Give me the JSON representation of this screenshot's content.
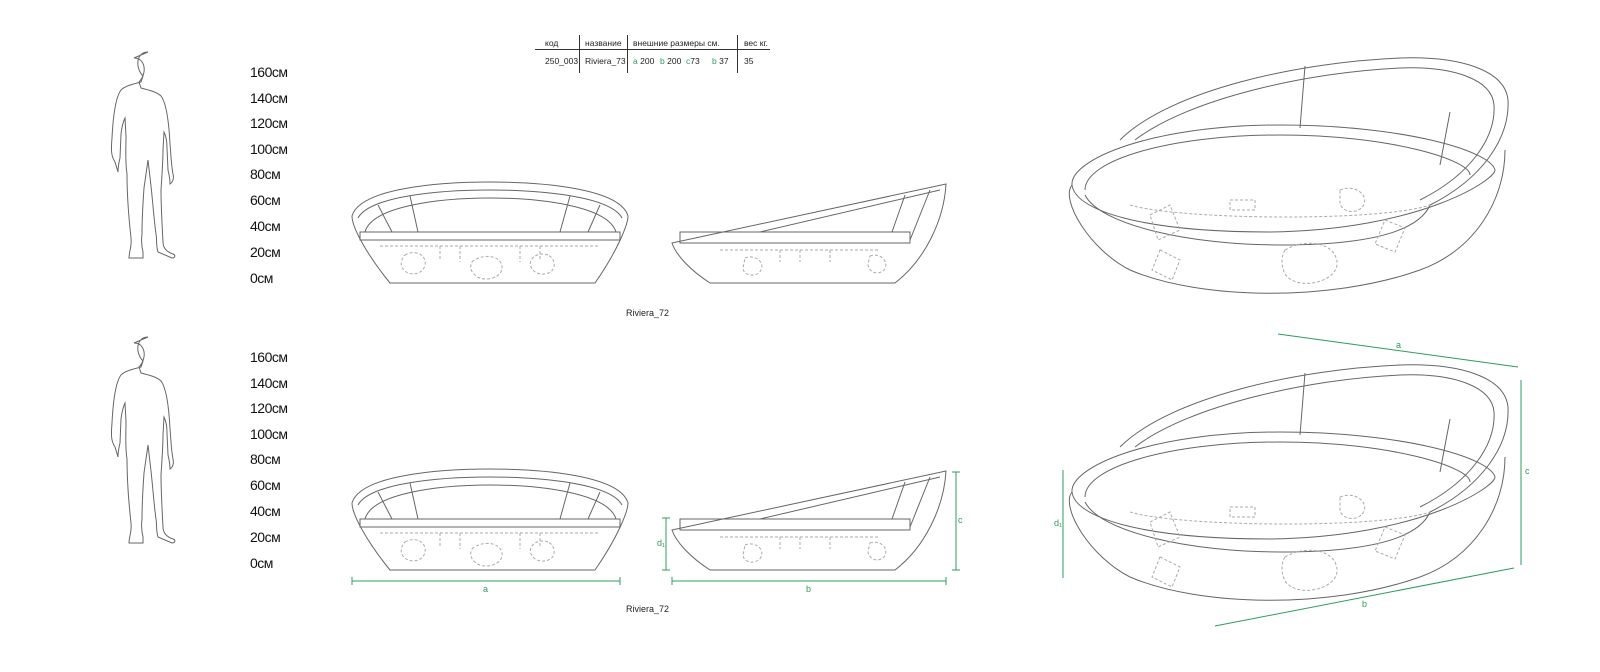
{
  "scale_labels": [
    "160см",
    "140см",
    "120см",
    "100см",
    "80см",
    "60см",
    "40см",
    "20см",
    "0см"
  ],
  "spec_table": {
    "headers": {
      "code": "код",
      "name": "название",
      "dimensions": "внешние размеры см.",
      "weight": "вес кг."
    },
    "row": {
      "code": "250_003",
      "name": "Riviera_73",
      "dims": [
        {
          "key": "a",
          "value": "200"
        },
        {
          "key": "b",
          "value": "200"
        },
        {
          "key": "c",
          "value": "73"
        },
        {
          "key": "b",
          "value": "37"
        }
      ],
      "weight": "35"
    }
  },
  "captions": {
    "top": "Riviera_72",
    "bottom": "Riviera_72"
  },
  "dimension_labels": {
    "a": "a",
    "b": "b",
    "c": "c",
    "d": "d₁"
  },
  "colors": {
    "line": "#555555",
    "dimension": "#2e9c5c",
    "text": "#222222"
  },
  "icons": {
    "human_silhouette": "person-outline"
  }
}
